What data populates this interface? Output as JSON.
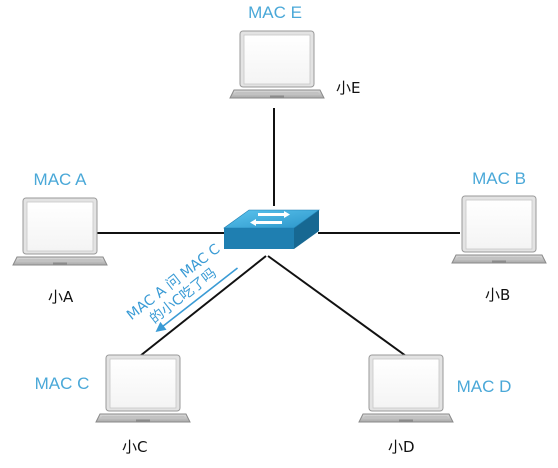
{
  "nodes": {
    "e": {
      "mac": "MAC E",
      "name": "小E"
    },
    "a": {
      "mac": "MAC A",
      "name": "小A"
    },
    "b": {
      "mac": "MAC B",
      "name": "小B"
    },
    "c": {
      "mac": "MAC C",
      "name": "小C"
    },
    "d": {
      "mac": "MAC D",
      "name": "小D"
    }
  },
  "message": {
    "line1": "MAC A 问 MAC C",
    "line2": "的小C吃了吗"
  },
  "colors": {
    "label_blue": "#4aa8d8",
    "switch_blue": "#2b95c9",
    "link": "#111111"
  }
}
